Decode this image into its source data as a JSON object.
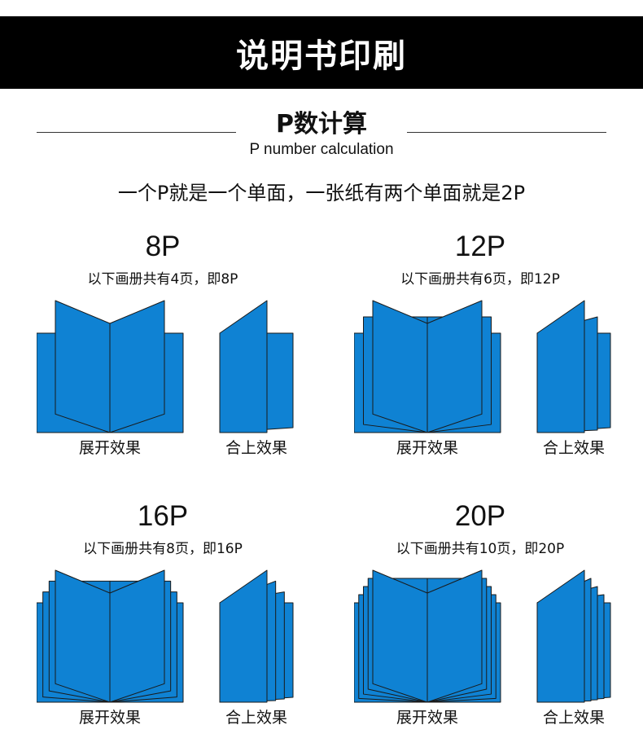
{
  "banner": {
    "title": "说明书印刷"
  },
  "section": {
    "title": "P数计算",
    "subtitle": "P number calculation",
    "description": "一个P就是一个单面，一张纸有两个单面就是2P"
  },
  "colors": {
    "page_fill": "#0f82d3",
    "page_stroke": "#1a1a1a",
    "banner_bg": "#000000"
  },
  "captions": {
    "open": "展开效果",
    "closed": "合上效果"
  },
  "panels": [
    {
      "heading": "8P",
      "note": "以下画册共有4页，即8P",
      "pages": 4
    },
    {
      "heading": "12P",
      "note": "以下画册共有6页，即12P",
      "pages": 6
    },
    {
      "heading": "16P",
      "note": "以下画册共有8页，即16P",
      "pages": 8
    },
    {
      "heading": "20P",
      "note": "以下画册共有10页，即20P",
      "pages": 10
    }
  ]
}
